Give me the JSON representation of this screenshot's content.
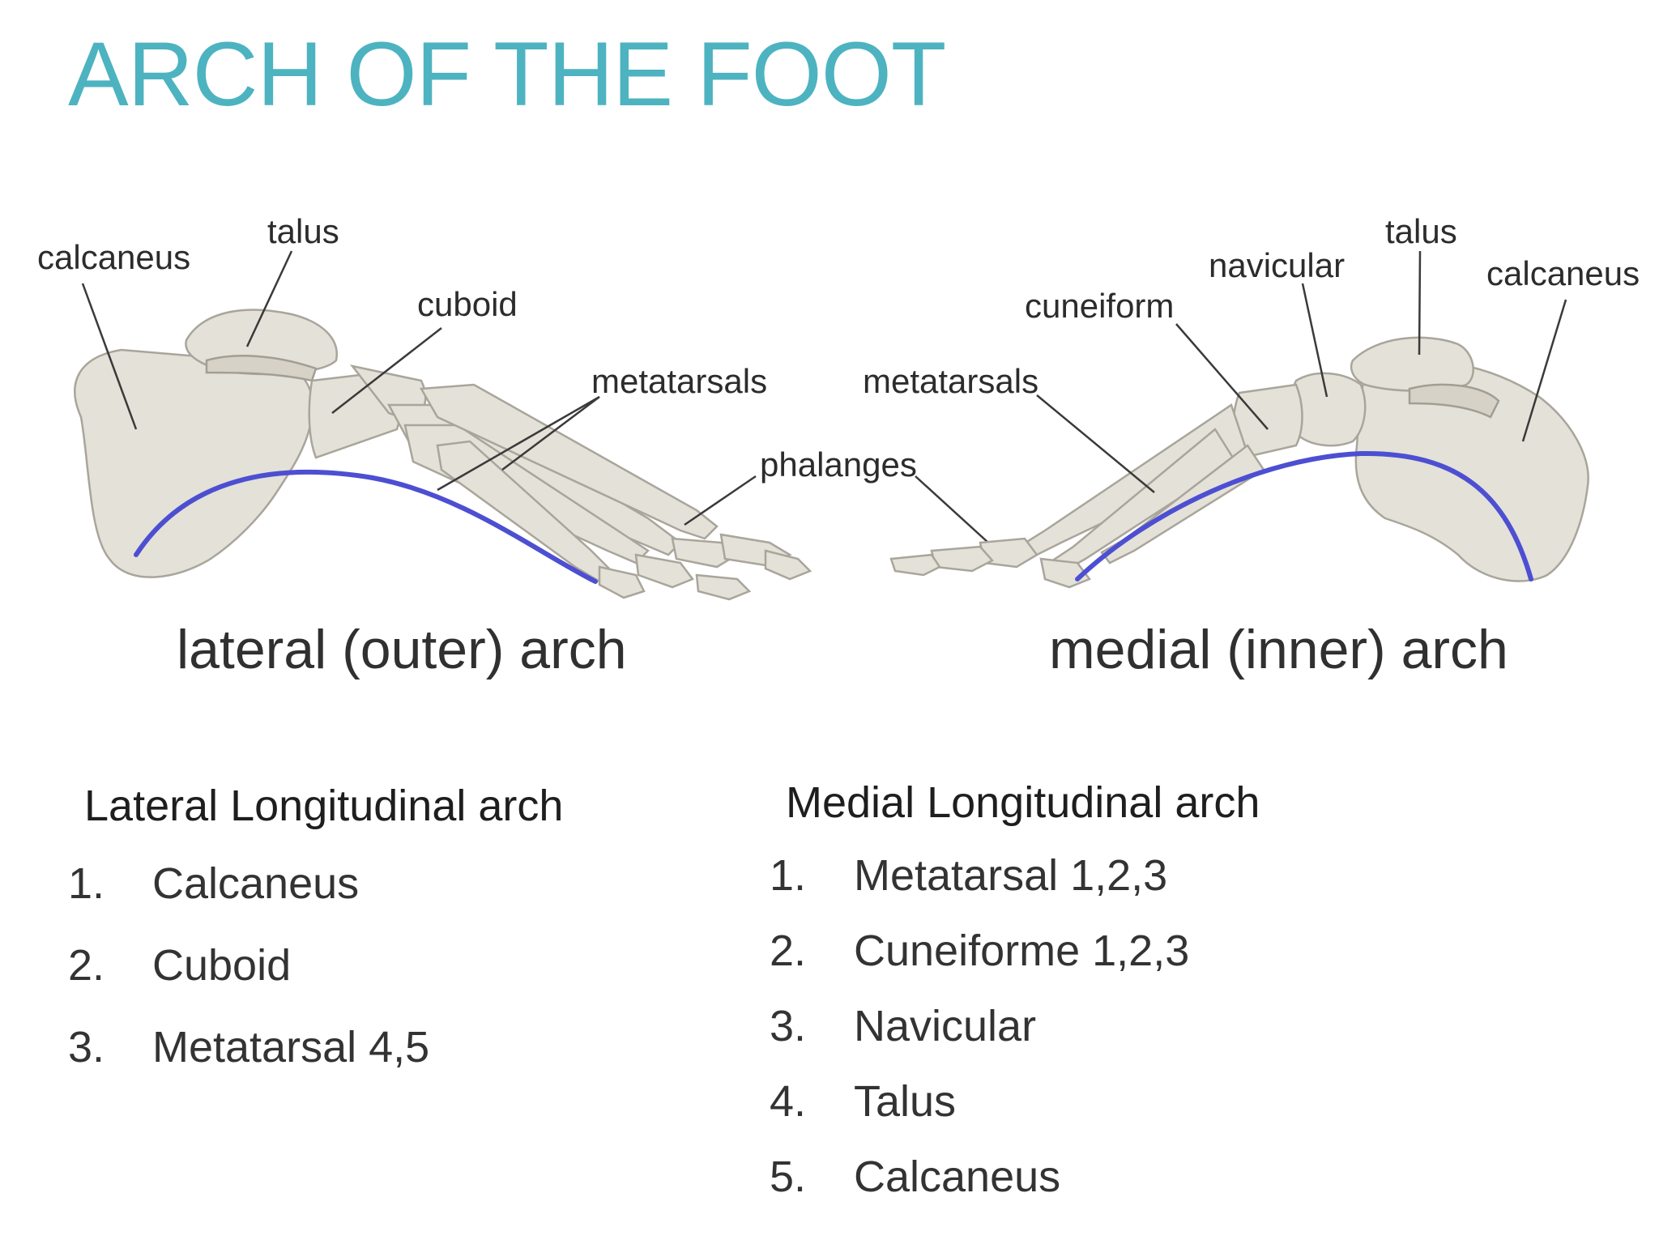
{
  "slide": {
    "title": "ARCH OF THE FOOT"
  },
  "figure": {
    "lateral": {
      "caption": "lateral (outer) arch",
      "labels": {
        "calcaneus": "calcaneus",
        "talus": "talus",
        "cuboid": "cuboid",
        "metatarsals": "metatarsals"
      }
    },
    "phalanges_label": "phalanges",
    "medial": {
      "caption": "medial (inner) arch",
      "labels": {
        "metatarsals": "metatarsals",
        "cuneiform": "cuneiform",
        "navicular": "navicular",
        "talus": "talus",
        "calcaneus": "calcaneus"
      }
    },
    "arch_line_color": "#4d4fd2",
    "bone_color": "#e4e1d8"
  },
  "lateral_list": {
    "heading": "Lateral Longitudinal arch",
    "items": [
      {
        "num": "1.",
        "text": "Calcaneus"
      },
      {
        "num": "2.",
        "text": "Cuboid"
      },
      {
        "num": "3.",
        "text": "Metatarsal 4,5"
      }
    ]
  },
  "medial_list": {
    "heading": "Medial Longitudinal arch",
    "items": [
      {
        "num": "1.",
        "text": "Metatarsal 1,2,3"
      },
      {
        "num": "2.",
        "text": "Cuneiforme 1,2,3"
      },
      {
        "num": "3.",
        "text": "Navicular"
      },
      {
        "num": "4.",
        "text": "Talus"
      },
      {
        "num": "5.",
        "text": "Calcaneus"
      }
    ]
  },
  "colors": {
    "title": "#4db3c0",
    "text": "#1e1e1e"
  }
}
